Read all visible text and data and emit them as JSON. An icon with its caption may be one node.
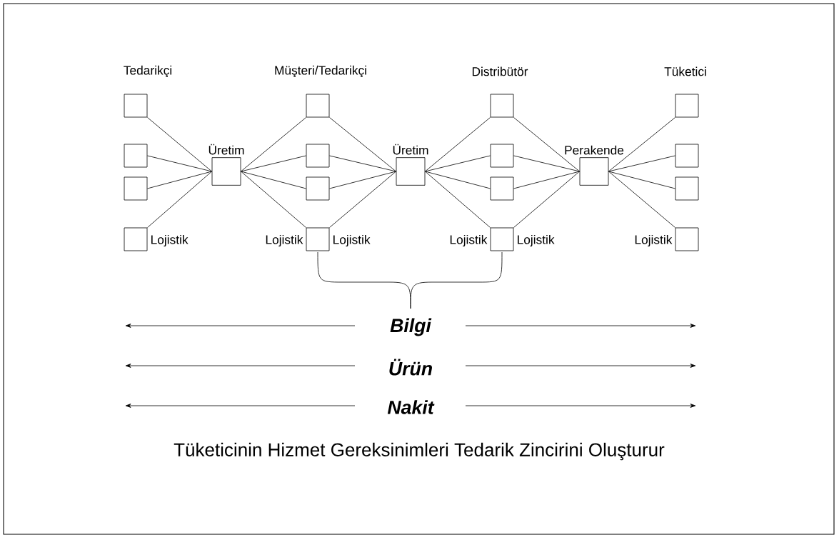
{
  "diagram": {
    "caption": "Tüketicinin Hizmet Gereksinimleri Tedarik Zincirini Oluşturur",
    "nodes": [
      {
        "text": [],
        "shape": "box"
      },
      {
        "text": [],
        "shape": "box"
      },
      {
        "text": [],
        "shape": "box"
      },
      {
        "text": [],
        "shape": "box",
        "beside": [
          "Lojistik"
        ]
      },
      {
        "text": [
          "Üretim"
        ]
      },
      {
        "text": [],
        "shape": "box"
      },
      {
        "text": [],
        "shape": "box"
      },
      {
        "text": [],
        "shape": "box"
      },
      {
        "text": [],
        "shape": "box",
        "beside": [
          "Lojistik",
          "Lojistik"
        ]
      },
      {
        "text": [
          "Üretim"
        ]
      },
      {
        "text": [],
        "shape": "box"
      },
      {
        "text": [],
        "shape": "box"
      },
      {
        "text": [],
        "shape": "box"
      },
      {
        "text": [],
        "shape": "box",
        "beside": [
          "Lojistik",
          "Lojistik"
        ]
      },
      {
        "text": [
          "Perakende"
        ]
      },
      {
        "text": [],
        "shape": "box"
      },
      {
        "text": [],
        "shape": "box"
      },
      {
        "text": [],
        "shape": "box"
      },
      {
        "text": [],
        "shape": "box",
        "beside": [
          "Lojistik"
        ]
      }
    ],
    "edges": [
      {
        "from": 0,
        "to": 4,
        "arrow": "none"
      },
      {
        "from": 1,
        "to": 4,
        "arrow": "none"
      },
      {
        "from": 2,
        "to": 4,
        "arrow": "none"
      },
      {
        "from": 3,
        "to": 4,
        "arrow": "none"
      },
      {
        "from": 4,
        "to": 5,
        "arrow": "none"
      },
      {
        "from": 4,
        "to": 6,
        "arrow": "none"
      },
      {
        "from": 4,
        "to": 7,
        "arrow": "none"
      },
      {
        "from": 4,
        "to": 8,
        "arrow": "none"
      },
      {
        "from": 5,
        "to": 9,
        "arrow": "none"
      },
      {
        "from": 6,
        "to": 9,
        "arrow": "none"
      },
      {
        "from": 7,
        "to": 9,
        "arrow": "none"
      },
      {
        "from": 8,
        "to": 9,
        "arrow": "none"
      },
      {
        "from": 9,
        "to": 10,
        "arrow": "none"
      },
      {
        "from": 9,
        "to": 11,
        "arrow": "none"
      },
      {
        "from": 9,
        "to": 12,
        "arrow": "none"
      },
      {
        "from": 9,
        "to": 13,
        "arrow": "none"
      },
      {
        "from": 10,
        "to": 14,
        "arrow": "none"
      },
      {
        "from": 11,
        "to": 14,
        "arrow": "none"
      },
      {
        "from": 12,
        "to": 14,
        "arrow": "none"
      },
      {
        "from": 13,
        "to": 14,
        "arrow": "none"
      },
      {
        "from": 14,
        "to": 15,
        "arrow": "none"
      },
      {
        "from": 14,
        "to": 16,
        "arrow": "none"
      },
      {
        "from": 14,
        "to": 17,
        "arrow": "none"
      },
      {
        "from": 14,
        "to": 18,
        "arrow": "none"
      }
    ],
    "labels": [
      "Tedarikçi",
      "Müşteri/Tedarikçi",
      "Distribütör",
      "Tüketici",
      "Bilgi",
      "Ürün",
      "Nakit"
    ]
  }
}
